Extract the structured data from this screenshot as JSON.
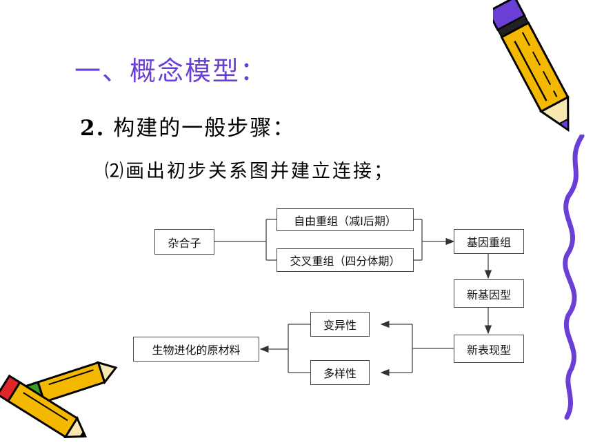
{
  "slide": {
    "title": "一、概念模型：",
    "subtitle_number": "2.",
    "subtitle_text": "构建的一般步骤：",
    "step": "⑵画出初步关系图并建立连接；"
  },
  "diagram": {
    "hybrid": "杂合子",
    "free_recombination": "自由重组（减Ⅰ后期）",
    "crossing_over": "交叉重组（四分体期）",
    "gene_recombination": "基因重组",
    "new_genotype": "新基因型",
    "new_phenotype": "新表现型",
    "variability": "变异性",
    "diversity": "多样性",
    "evolution_material": "生物进化的原材料"
  },
  "colors": {
    "title": "#6a3fd6",
    "squiggle": "#6a3fd6",
    "pencil_body": "#f5b800",
    "pencil_tip_red": "#e0262a"
  }
}
